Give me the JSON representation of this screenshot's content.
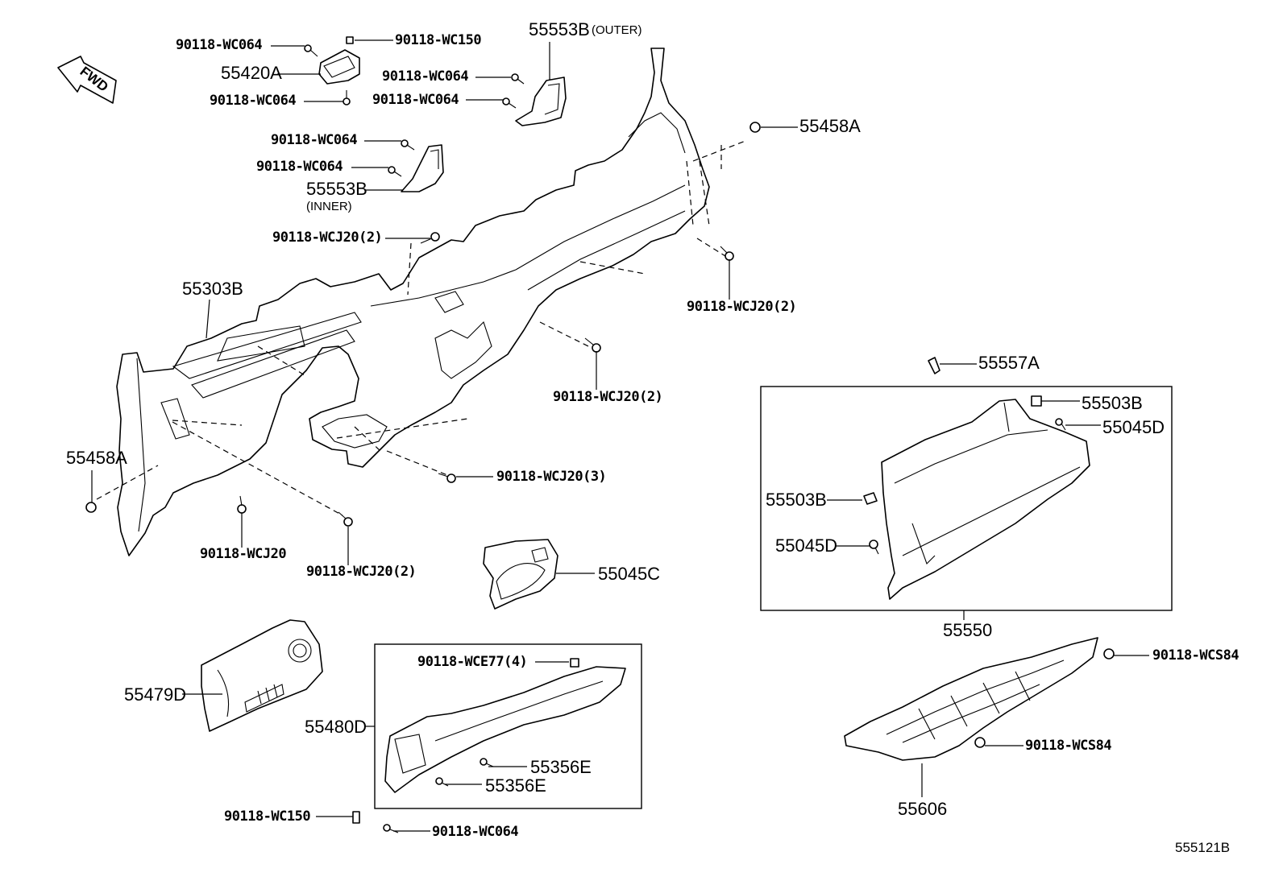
{
  "fwd_label": "FWD",
  "diagram_number": "555121B",
  "labels": {
    "p_90118_wc064_a": "90118-WC064",
    "p_90118_wc150_a": "90118-WC150",
    "p_55420a": "55420A",
    "p_90118_wc064_b": "90118-WC064",
    "p_55553b_outer": "55553B",
    "outer_note": "(OUTER)",
    "p_90118_wc064_c": "90118-WC064",
    "p_90118_wc064_d": "90118-WC064",
    "p_55458a_top": "55458A",
    "p_90118_wc064_e": "90118-WC064",
    "p_90118_wc064_f": "90118-WC064",
    "p_55553b_inner": "55553B",
    "inner_note": "(INNER)",
    "p_90118_wcj20_2_a": "90118-WCJ20(2)",
    "p_90118_wcj20_2_b": "90118-WCJ20(2)",
    "p_55303b": "55303B",
    "p_90118_wcj20_2_c": "90118-WCJ20(2)",
    "p_55557a": "55557A",
    "p_55503b_a": "55503B",
    "p_55045d_a": "55045D",
    "p_55458a_left": "55458A",
    "p_90118_wcj20_3": "90118-WCJ20(3)",
    "p_55503b_b": "55503B",
    "p_55045d_b": "55045D",
    "p_90118_wcj20": "90118-WCJ20",
    "p_90118_wcj20_2_d": "90118-WCJ20(2)",
    "p_55045c": "55045C",
    "p_55550": "55550",
    "p_90118_wcs84_a": "90118-WCS84",
    "p_90118_wce77_4": "90118-WCE77(4)",
    "p_55479d": "55479D",
    "p_55480d": "55480D",
    "p_90118_wcs84_b": "90118-WCS84",
    "p_55356e_a": "55356E",
    "p_55356e_b": "55356E",
    "p_55606": "55606",
    "p_90118_wc150_b": "90118-WC150",
    "p_90118_wc064_g": "90118-WC064"
  }
}
